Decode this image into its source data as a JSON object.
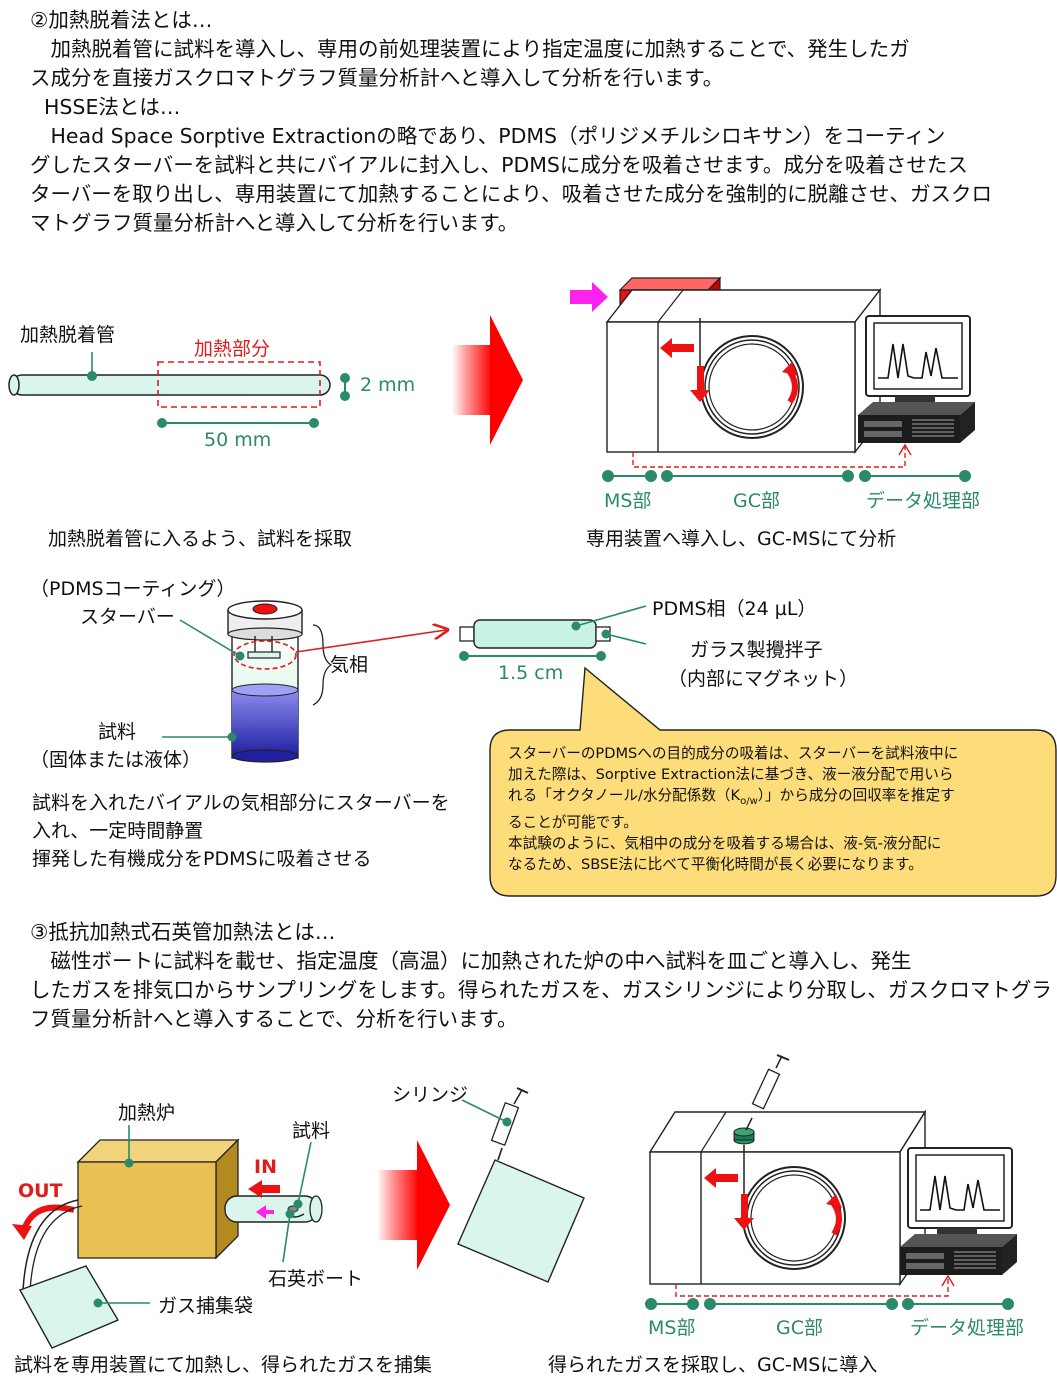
{
  "section2": {
    "title": "②加熱脱着法とは…",
    "desc": [
      "　加熱脱着管に試料を導入し、専用の前処理装置により指定温度に加熱することで、発生したガ",
      "ス成分を直接ガスクロマトグラフ質量分析計へと導入して分析を行います。"
    ],
    "hsse_title": "HSSE法とは…",
    "hsse_desc": [
      "　Head Space Sorptive Extractionの略であり、PDMS（ポリジメチルシロキサン）をコーティン",
      "グしたスターバーを試料と共にバイアルに封入し、PDMSに成分を吸着させます。成分を吸着させたス",
      "ターバーを取り出し、専用装置にて加熱することにより、吸着させた成分を強制的に脱離させ、ガスクロ",
      "マトグラフ質量分析計へと導入して分析を行います。"
    ]
  },
  "tube_diagram": {
    "tube_label": "加熱脱着管",
    "heat_label": "加熱部分",
    "diameter": "2 mm",
    "length": "50 mm",
    "caption": "加熱脱着管に入るよう、試料を採取"
  },
  "gcms_top": {
    "ms_label": "MS部",
    "gc_label": "GC部",
    "data_label": "データ処理部",
    "caption": "専用装置へ導入し、GC-MSにて分析"
  },
  "vial_diagram": {
    "coating": "（PDMSコーティング）",
    "stirbar": "スターバー",
    "gas_phase": "気相",
    "sample": "試料",
    "sample_state": "（固体または液体）",
    "caption": [
      "試料を入れたバイアルの気相部分にスターバーを",
      "入れ、一定時間静置",
      "揮発した有機成分をPDMSに吸着させる"
    ]
  },
  "stirbar_diagram": {
    "pdms_phase": "PDMS相（24 µL）",
    "glass_stirrer": "ガラス製攪拌子",
    "magnet": "（内部にマグネット）",
    "length": "1.5 cm"
  },
  "note": {
    "lines": [
      "スターバーのPDMSへの目的成分の吸着は、スターバーを試料液中に",
      "加えた際は、Sorptive Extraction法に基づき、液ー液分配で用いら",
      "れる「オクタノール/水分配係数（K",
      "ることが可能です。",
      "本試験のように、気相中の成分を吸着する場合は、液-気-液分配に",
      "なるため、SBSE法に比べて平衡化時間が長く必要になります。"
    ],
    "kow_sub": "o/w",
    "kow_tail": "）」から成分の回収率を推定す"
  },
  "section3": {
    "title": "③抵抗加熱式石英管加熱法とは…",
    "desc": [
      "　磁性ボートに試料を載せ、指定温度（高温）に加熱された炉の中へ試料を皿ごと導入し、発生",
      "したガスを排気口からサンプリングをします。得られたガスを、ガスシリンジにより分取し、ガスクロマトグラ",
      "フ質量分析計へと導入することで、分析を行います。"
    ]
  },
  "furnace_diagram": {
    "furnace": "加熱炉",
    "sample": "試料",
    "in_label": "IN",
    "out_label": "OUT",
    "boat": "石英ボート",
    "bag": "ガス捕集袋",
    "syringe": "シリンジ",
    "caption": "試料を専用装置にて加熱し、得られたガスを捕集"
  },
  "gcms_bottom": {
    "ms_label": "MS部",
    "gc_label": "GC部",
    "data_label": "データ処理部",
    "caption": "得られたガスを採取し、GC-MSに導入"
  },
  "colors": {
    "teal": "#2a8a6a",
    "red": "#e01c1c",
    "note_fill": "#fddd7a",
    "furnace_fill": "#e8c053"
  }
}
